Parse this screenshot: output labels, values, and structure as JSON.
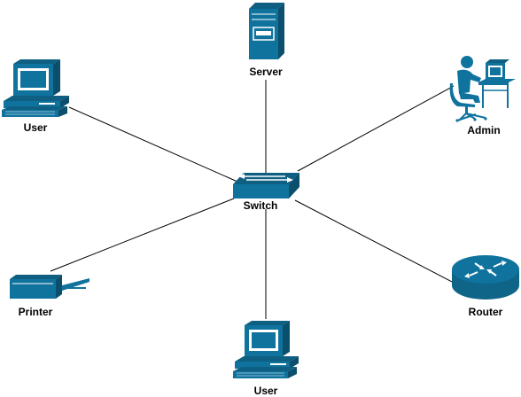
{
  "diagram": {
    "colors": {
      "device": "#10739e",
      "highlight": "#ffffff",
      "link": "#000000",
      "background": "#ffffff"
    },
    "nodes": [
      {
        "id": "switch",
        "icon": "switch-icon",
        "label": "Switch"
      },
      {
        "id": "server",
        "icon": "server-icon",
        "label": "Server"
      },
      {
        "id": "user-top-left",
        "icon": "workstation-icon",
        "label": "User"
      },
      {
        "id": "admin",
        "icon": "admin-workstation-icon",
        "label": "Admin"
      },
      {
        "id": "printer",
        "icon": "printer-icon",
        "label": "Printer"
      },
      {
        "id": "router",
        "icon": "router-icon",
        "label": "Router"
      },
      {
        "id": "user-bottom",
        "icon": "workstation-icon",
        "label": "User"
      }
    ],
    "links": [
      {
        "from": "switch",
        "to": "server"
      },
      {
        "from": "switch",
        "to": "user-top-left"
      },
      {
        "from": "switch",
        "to": "admin"
      },
      {
        "from": "switch",
        "to": "printer"
      },
      {
        "from": "switch",
        "to": "router"
      },
      {
        "from": "switch",
        "to": "user-bottom"
      }
    ]
  }
}
